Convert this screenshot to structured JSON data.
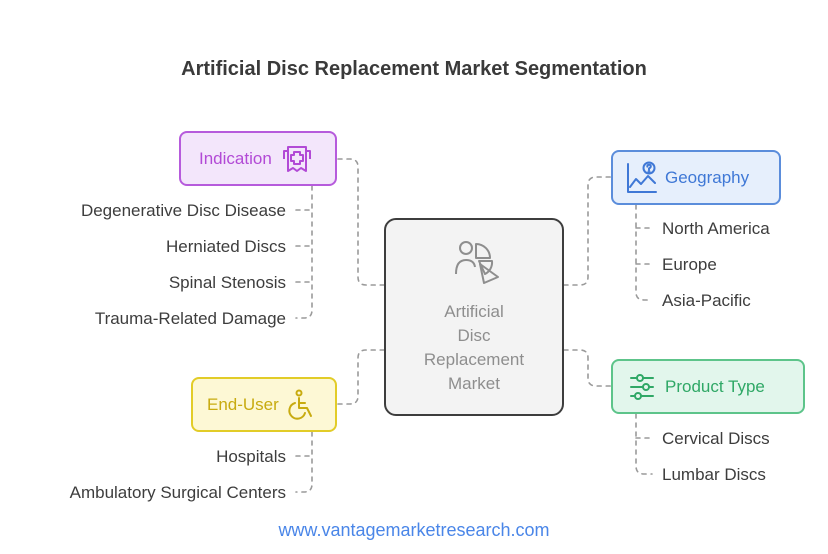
{
  "title": "Artificial Disc Replacement Market Segmentation",
  "center": {
    "label": "Artificial\nDisc\nReplacement\nMarket",
    "icon": "pie-chart-people-icon"
  },
  "segments": {
    "indication": {
      "label": "Indication",
      "icon": "medical-document-icon",
      "color": "#b65bdc",
      "items": [
        "Degenerative Disc Disease",
        "Herniated Discs",
        "Spinal Stenosis",
        "Trauma-Related Damage"
      ]
    },
    "end_user": {
      "label": "End-User",
      "icon": "wheelchair-icon",
      "color": "#e2cc28",
      "items": [
        "Hospitals",
        "Ambulatory Surgical Centers"
      ]
    },
    "geography": {
      "label": "Geography",
      "icon": "chart-question-icon",
      "color": "#5b8ddb",
      "items": [
        "North America",
        "Europe",
        "Asia-Pacific"
      ]
    },
    "product_type": {
      "label": "Product Type",
      "icon": "sliders-icon",
      "color": "#5dc48a",
      "items": [
        "Cervical Discs",
        "Lumbar Discs"
      ]
    }
  },
  "footer": "www.vantagemarketresearch.com"
}
